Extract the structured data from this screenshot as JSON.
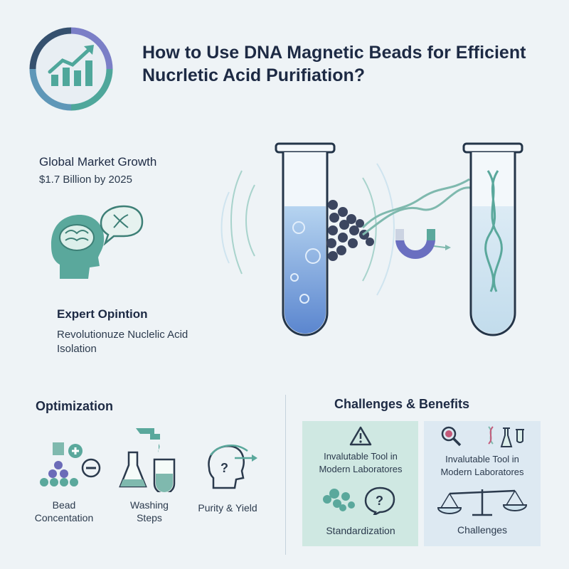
{
  "header": {
    "title_line1": "How to Use DNA Magnetic Beads for Efficient",
    "title_line2": "Nucrletic Acid Purifiation?",
    "logo_icon": "growth-chart-icon"
  },
  "market": {
    "heading": "Global Market Growth",
    "value": "$1.7 Billion by 2025",
    "icon": "brain-dna-icon"
  },
  "expert": {
    "heading": "Expert Opintion",
    "line1": "Revolutionuze Nuclelic Acid",
    "line2": "Isolation"
  },
  "optimization": {
    "heading": "Optimization",
    "items": [
      {
        "label_line1": "Bead",
        "label_line2": "Concentation",
        "icon": "beads-plus-minus-icon"
      },
      {
        "label_line1": "Washing",
        "label_line2": "Steps",
        "icon": "flask-tap-icon"
      },
      {
        "label_line1": "Purity & Yield",
        "label_line2": "",
        "icon": "head-question-icon"
      }
    ]
  },
  "challenges": {
    "heading": "Challenges & Benefits",
    "left_card": {
      "text_line1": "Invalutable Tool in",
      "text_line2": "Modern Laboratores",
      "caption": "Standardization",
      "icon": "warning-icon"
    },
    "right_card": {
      "text_line1": "Invalutable Tool in",
      "text_line2": "Modern Laboratores",
      "caption": "Challenges",
      "icon": "scale-icon"
    }
  },
  "colors": {
    "background": "#eef3f6",
    "teal": "#4fa79b",
    "navy": "#1d2a44",
    "purple": "#6b6bb8",
    "blue": "#7fa7d9"
  }
}
